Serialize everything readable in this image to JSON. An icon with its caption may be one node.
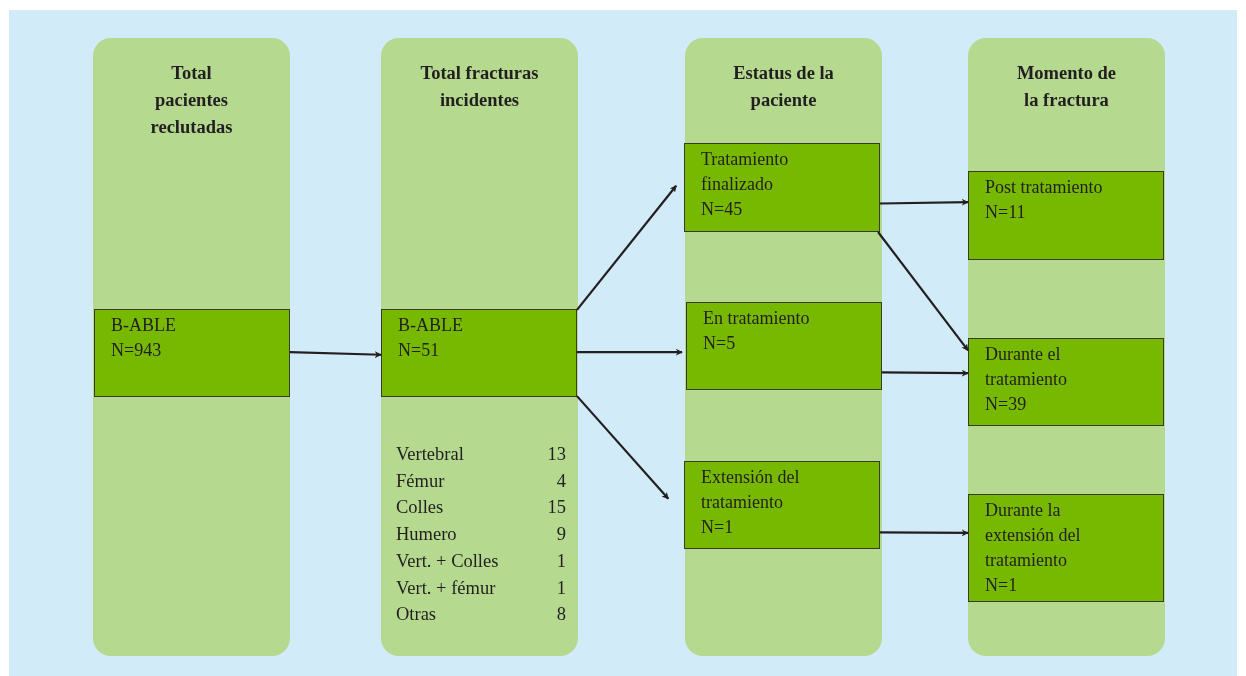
{
  "diagram": {
    "nodes": [
      {
        "text": [
          "Total pacientes reclutadas"
        ]
      },
      {
        "text": [
          "B-ABLE",
          "N=943"
        ],
        "in": 0
      },
      {
        "text": [
          "Total fracturas incidentes"
        ]
      },
      {
        "text": [
          "B-ABLE",
          "N=51"
        ],
        "in": 2
      },
      {
        "text": [
          "Estatus de la paciente"
        ]
      },
      {
        "text": [
          "Tratamiento finalizado",
          "N=45"
        ],
        "in": 4
      },
      {
        "text": [
          "En tratamiento",
          "N=5"
        ],
        "in": 4
      },
      {
        "text": [
          "Extensión del tratamiento",
          "N=1"
        ],
        "in": 4
      },
      {
        "text": [
          "Momento de la fractura"
        ]
      },
      {
        "text": [
          "Post tratamiento",
          "N=11"
        ],
        "in": 8
      },
      {
        "text": [
          "Durante el tratamiento",
          "N=39"
        ],
        "in": 8
      },
      {
        "text": [
          "Durante la extensión del tratamiento",
          "N=1"
        ],
        "in": 8
      }
    ],
    "edges": [
      {
        "from": 1,
        "to": 3,
        "arrow": "to"
      },
      {
        "from": 3,
        "to": 5,
        "arrow": "to"
      },
      {
        "from": 3,
        "to": 6,
        "arrow": "to"
      },
      {
        "from": 3,
        "to": 7,
        "arrow": "to"
      },
      {
        "from": 5,
        "to": 9,
        "arrow": "to"
      },
      {
        "from": 5,
        "to": 10,
        "arrow": "to"
      },
      {
        "from": 6,
        "to": 10,
        "arrow": "to"
      },
      {
        "from": 7,
        "to": 11,
        "arrow": "to"
      }
    ],
    "labels": [
      "Vertebral",
      "13",
      "Fémur",
      "4",
      "Colles",
      "15",
      "Humero",
      "9",
      "Vert. + Colles",
      "1",
      "Vert. + fémur",
      "1",
      "Otras",
      "8"
    ]
  }
}
